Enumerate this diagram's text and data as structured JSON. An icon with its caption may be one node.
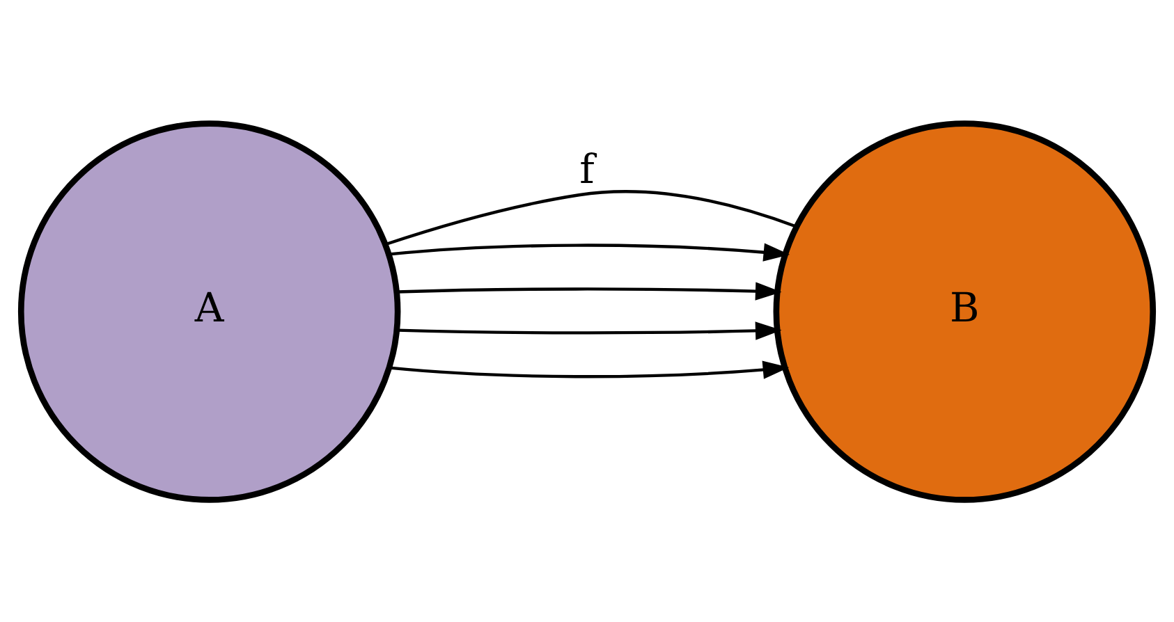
{
  "diagram": {
    "nodes": [
      {
        "text": [
          "A"
        ]
      },
      {
        "text": [
          "B"
        ]
      }
    ],
    "edges": [
      {
        "from": 0,
        "to": 1,
        "arrow": "none",
        "label": "f"
      },
      {
        "from": 0,
        "to": 1,
        "arrow": "to"
      },
      {
        "from": 0,
        "to": 1,
        "arrow": "to"
      },
      {
        "from": 0,
        "to": 1,
        "arrow": "to"
      },
      {
        "from": 0,
        "to": 1,
        "arrow": "to"
      }
    ]
  }
}
